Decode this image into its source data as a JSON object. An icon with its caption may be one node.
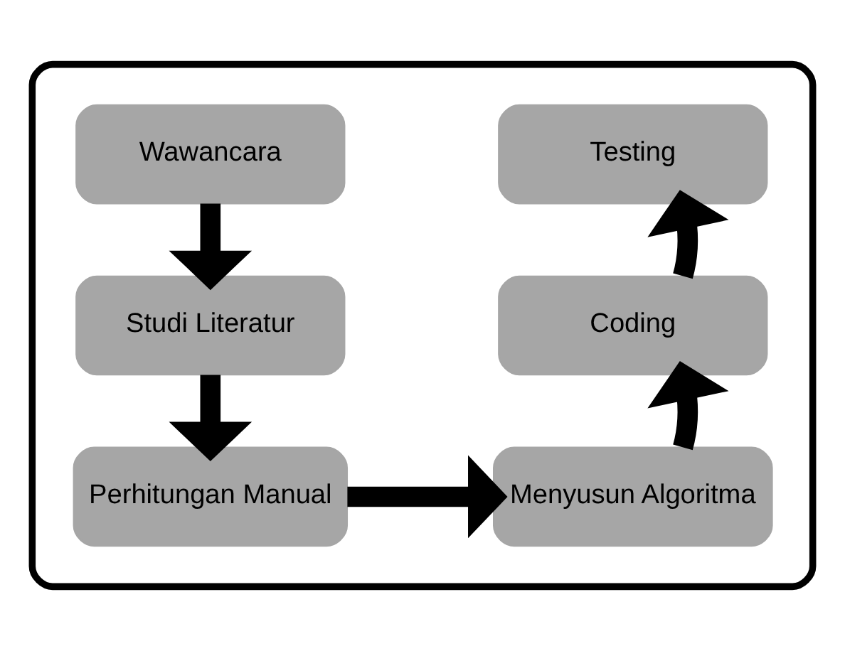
{
  "diagram": {
    "nodes": [
      {
        "text": [],
        "shape": "box"
      },
      {
        "text": [
          "Wawancara"
        ],
        "in": 0
      },
      {
        "text": [
          "Studi Literatur"
        ],
        "in": 0
      },
      {
        "text": [
          "Perhitungan Manual"
        ],
        "in": 0
      },
      {
        "text": [
          "Menyusun Algoritma"
        ],
        "in": 0
      },
      {
        "text": [
          "Coding"
        ],
        "in": 0
      },
      {
        "text": [
          "Testing"
        ],
        "in": 0
      }
    ],
    "edges": [
      {
        "from": 1,
        "to": 2,
        "arrow": "to"
      },
      {
        "from": 2,
        "to": 3,
        "arrow": "to"
      },
      {
        "from": 3,
        "to": 4,
        "arrow": "to"
      },
      {
        "from": 4,
        "to": 5,
        "arrow": "to"
      },
      {
        "from": 5,
        "to": 6,
        "arrow": "to"
      }
    ]
  }
}
